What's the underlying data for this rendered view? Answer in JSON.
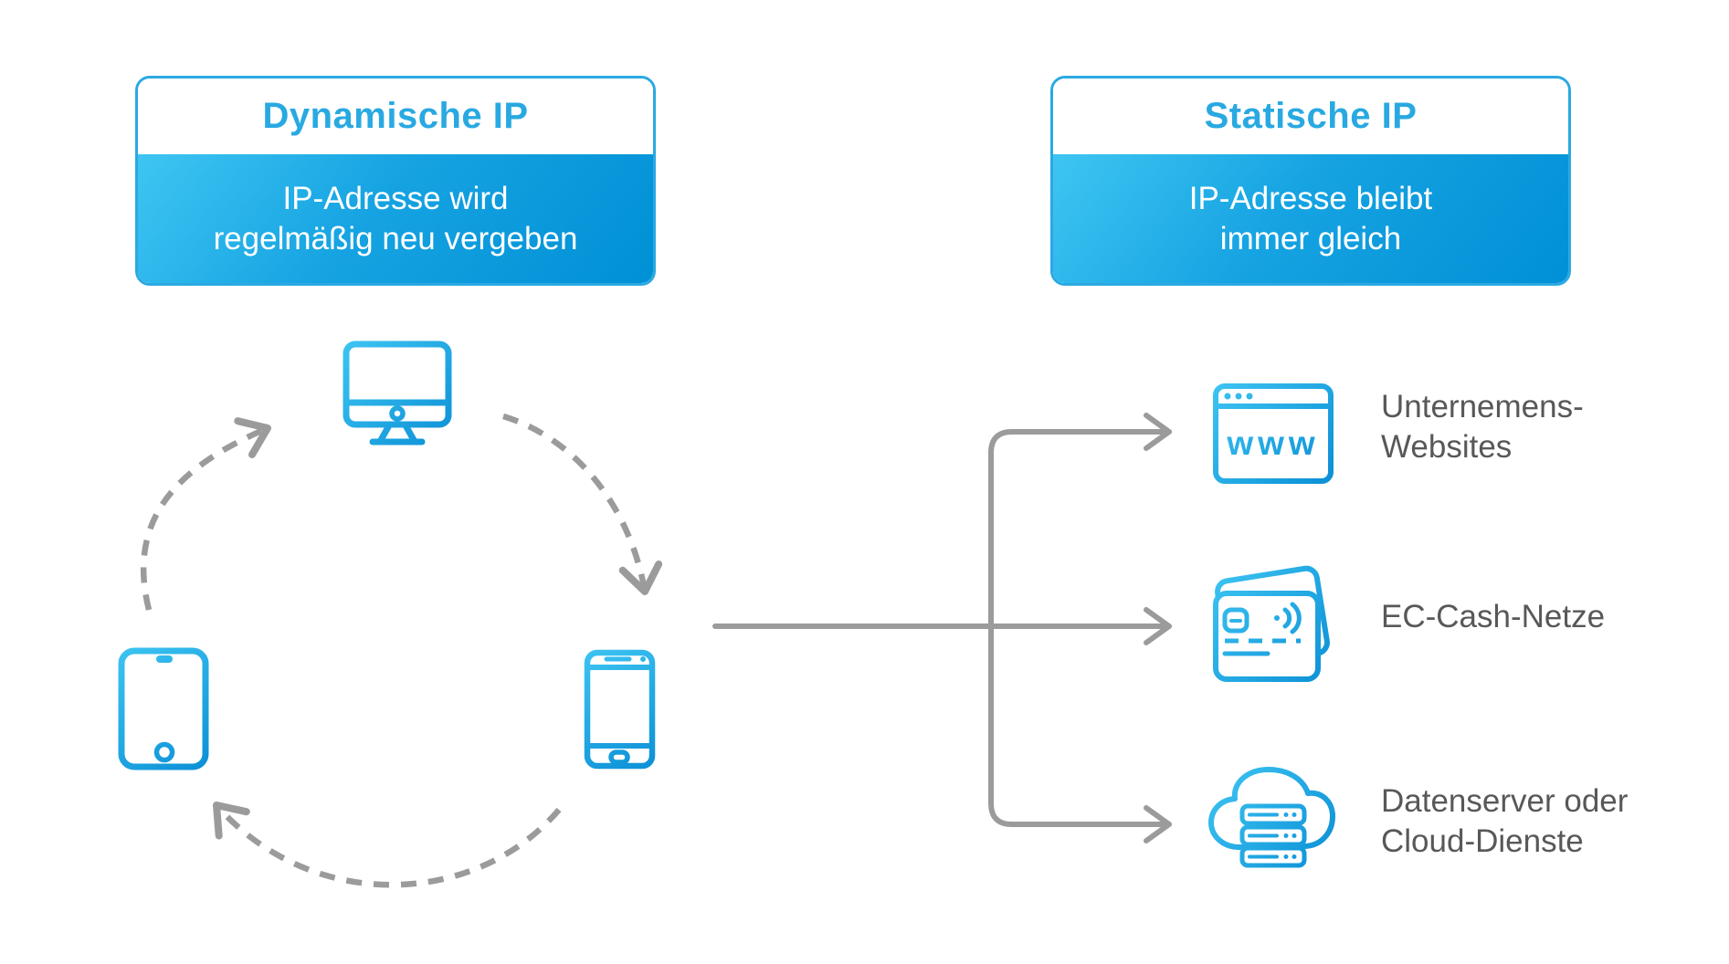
{
  "diagram": {
    "left": {
      "title": "Dynamische IP",
      "desc1": "IP-Adresse wird",
      "desc2": "regelmäßig neu vergeben"
    },
    "right": {
      "title": "Statische IP",
      "desc1": "IP-Adresse bleibt",
      "desc2": "immer gleich",
      "browser_text": "www",
      "targets": [
        {
          "line1": "Unternemens-",
          "line2": "Websites"
        },
        {
          "line1": "EC-Cash-Netze",
          "line2": ""
        },
        {
          "line1": "Datenserver oder",
          "line2": "Cloud-Dienste"
        }
      ]
    },
    "icons": {
      "cycle": [
        "desktop-icon",
        "smartphone-icon",
        "tablet-icon"
      ],
      "targets": [
        "browser-www-icon",
        "ec-cards-icon",
        "cloud-server-icon"
      ]
    },
    "colors": {
      "accent": "#29a9e1",
      "gradient_light": "#3ec5f2",
      "gradient_dark": "#0b8fd6",
      "arrow_gray": "#9b9b9b",
      "label_gray": "#58585a"
    }
  }
}
